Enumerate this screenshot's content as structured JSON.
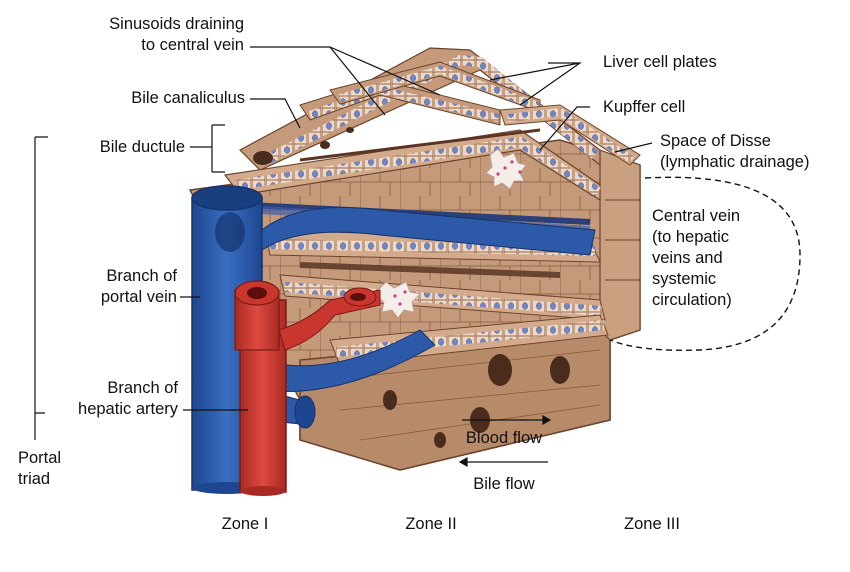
{
  "labels": {
    "sinusoids": [
      "Sinusoids draining",
      "to central vein"
    ],
    "bile_canaliculus": "Bile canaliculus",
    "bile_ductule": "Bile ductule",
    "portal_vein": [
      "Branch of",
      "portal vein"
    ],
    "hepatic_artery": [
      "Branch of",
      "hepatic artery"
    ],
    "portal_triad": [
      "Portal",
      "triad"
    ],
    "liver_cell_plates": "Liver cell plates",
    "kupffer_cell": "Kupffer cell",
    "space_of_disse": [
      "Space of Disse",
      "(lymphatic drainage)"
    ],
    "central_vein": [
      "Central vein",
      "(to hepatic",
      "veins and",
      "systemic",
      "circulation)"
    ],
    "blood_flow": "Blood flow",
    "bile_flow": "Bile flow"
  },
  "zones": [
    "Zone I",
    "Zone II",
    "Zone III"
  ],
  "colors": {
    "tissue": "#c49a7a",
    "tissue_dark": "#8a5a3e",
    "cell": "#f2dcc8",
    "nucleus": "#6f86c8",
    "portal_vein": "#2d5aa8",
    "hepatic_artery": "#c8362e",
    "kupffer": "#f4ede6"
  }
}
